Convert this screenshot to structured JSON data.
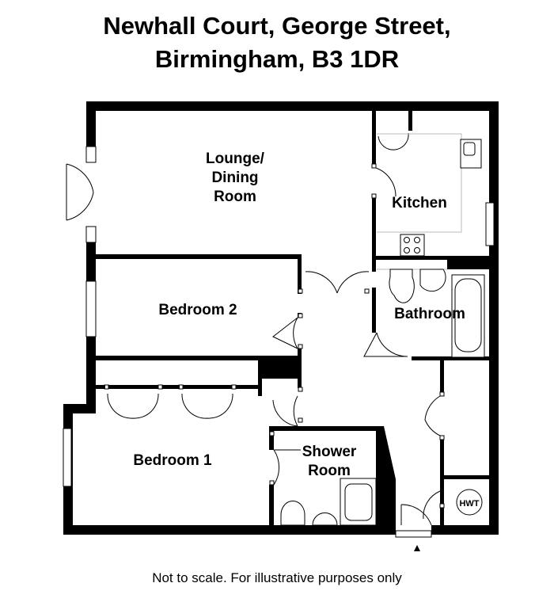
{
  "title": {
    "line1": "Newhall Court, George Street,",
    "line2": "Birmingham, B3 1DR"
  },
  "rooms": {
    "lounge": [
      "Lounge/",
      "Dining",
      "Room"
    ],
    "kitchen": "Kitchen",
    "bedroom2": "Bedroom 2",
    "bathroom": "Bathroom",
    "bedroom1": "Bedroom 1",
    "shower": [
      "Shower",
      "Room"
    ],
    "hwt": "HWT"
  },
  "footer": "Not to scale. For illustrative purposes only"
}
